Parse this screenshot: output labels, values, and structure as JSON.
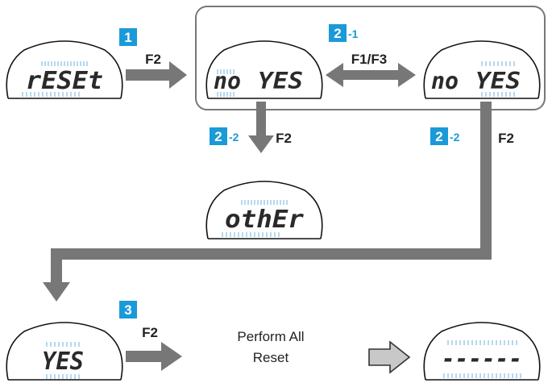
{
  "colors": {
    "badge": "#1a9ad8",
    "arrow": "#777777",
    "blink": "#9ccce8",
    "outline": "#111111"
  },
  "steps": {
    "s1": "1",
    "s2": "2",
    "s2_1": "-1",
    "s2_2a": "-2",
    "s2_2b": "-2",
    "s3": "3"
  },
  "keys": {
    "k_f2_first": "F2",
    "k_f1f3": "F1/F3",
    "k_f2_no": "F2",
    "k_f2_yes": "F2",
    "k_f2_last": "F2"
  },
  "displays": {
    "reset": "rESEt",
    "no_sel_no": "no",
    "no_sel_yes": "YES",
    "yes_sel_no": "no",
    "yes_sel_yes": "YES",
    "other": "othEr",
    "yes": "YES",
    "dashes": "------"
  },
  "perform": {
    "line1": "Perform All",
    "line2": "Reset"
  },
  "icons": {
    "arrow": "right-arrow-icon",
    "hollow_arrow": "hollow-right-arrow-icon"
  }
}
